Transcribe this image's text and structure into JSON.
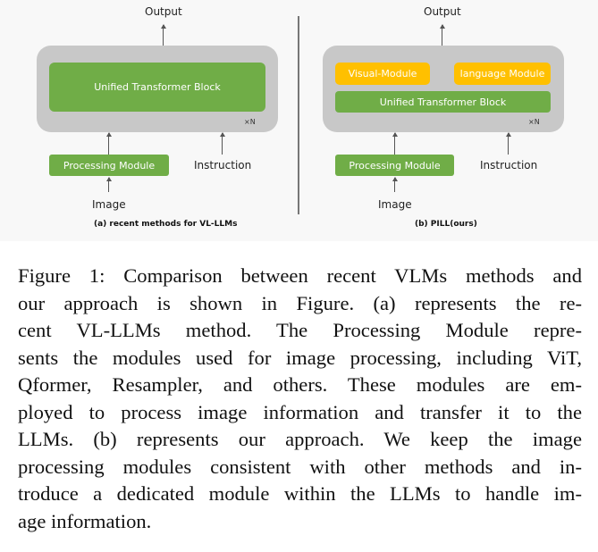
{
  "figure": {
    "panel_a": {
      "output_label": "Output",
      "transformer_block": "Unified Transformer Block",
      "repeat_label": "×N",
      "processing_module": "Processing Module",
      "instruction_label": "Instruction",
      "image_label": "Image",
      "subcaption": "(a) recent methods for VL-LLMs"
    },
    "panel_b": {
      "output_label": "Output",
      "visual_module": "Visual-Module",
      "language_module": "language Module",
      "transformer_block": "Unified Transformer Block",
      "repeat_label": "×N",
      "processing_module": "Processing Module",
      "instruction_label": "Instruction",
      "image_label": "Image",
      "subcaption": "(b) PILL(ours)"
    },
    "colors": {
      "container": "#c8c8c8",
      "transformer": "#70ad47",
      "module": "#ffc000"
    }
  },
  "caption": {
    "lines": [
      "Figure 1: Comparison between recent VLMs methods and",
      "our approach is shown in Figure.  (a) represents the re-",
      "cent VL-LLMs method.  The Processing Module repre-",
      "sents the modules used for image processing, including ViT,",
      "Qformer, Resampler, and others.  These modules are em-",
      "ployed to process image information and transfer it to the",
      "LLMs.  (b) represents our approach.  We keep the image",
      "processing modules consistent with other methods and in-",
      "troduce a dedicated module within the LLMs to handle im-",
      "age information."
    ]
  }
}
